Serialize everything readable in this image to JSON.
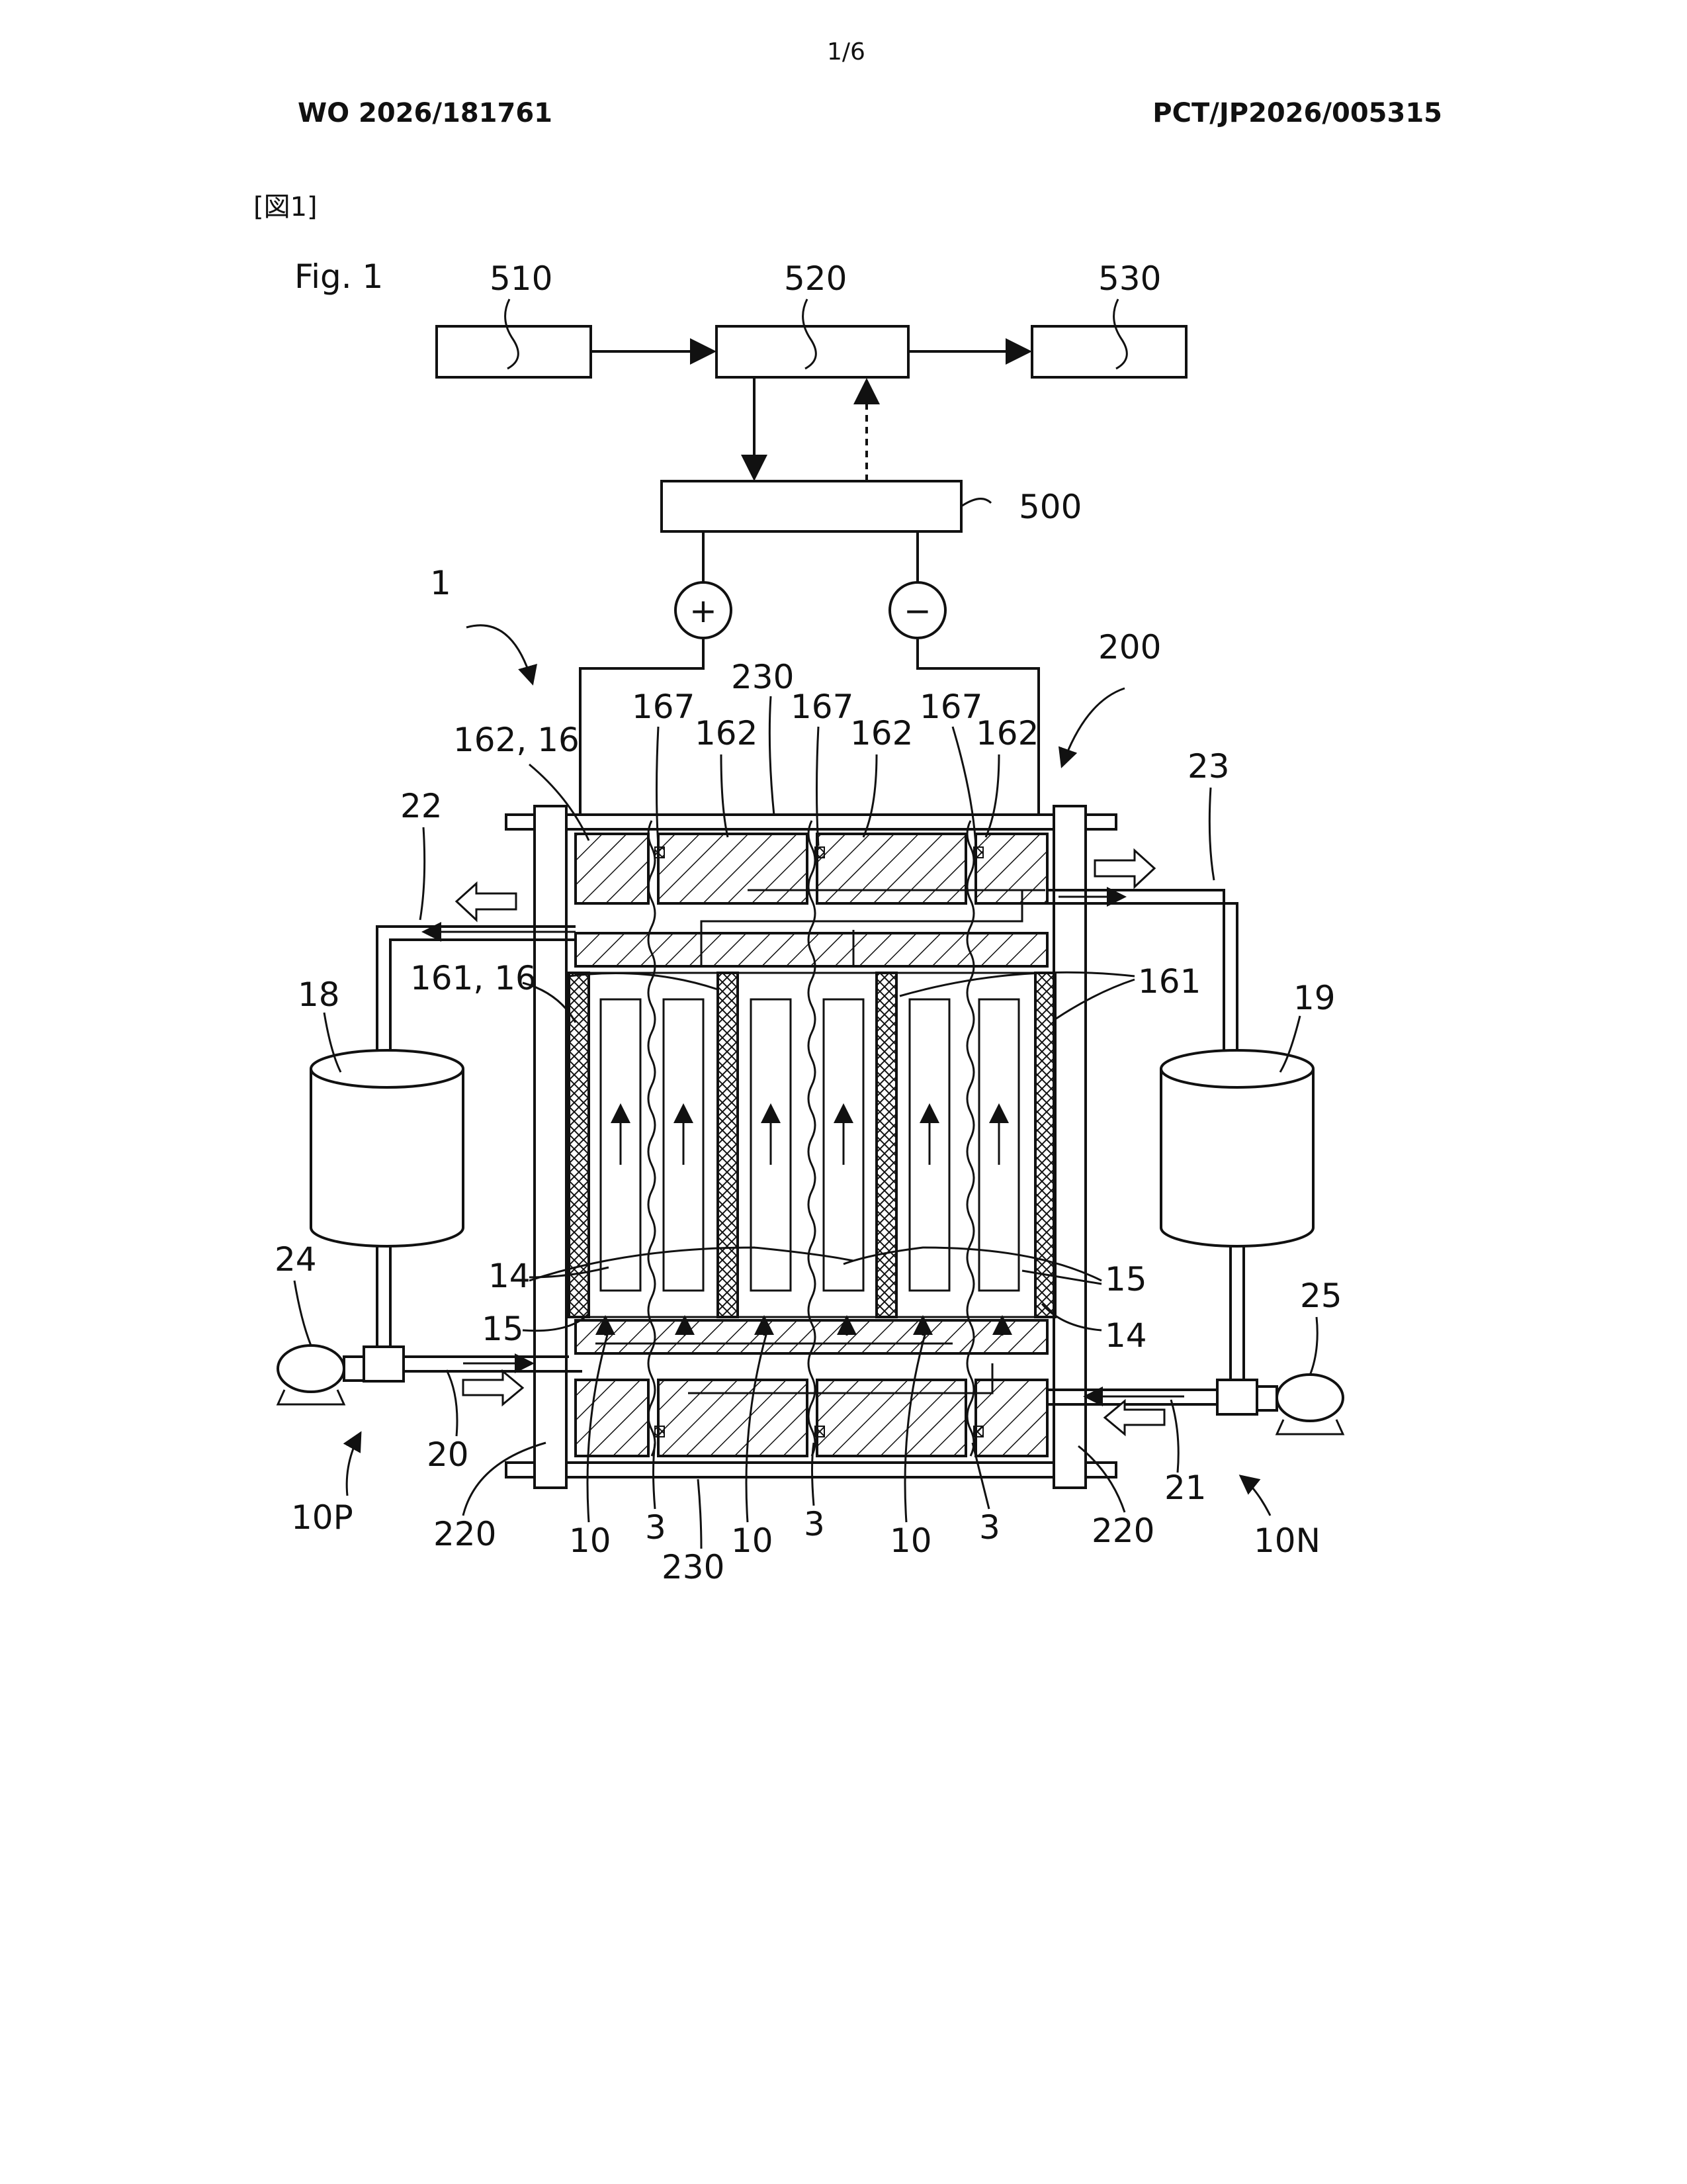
{
  "header": {
    "page_number": "1/6",
    "publication_number": "WO 2026/181761",
    "application_number": "PCT/JP2026/005315",
    "figure_tag": "[図1]"
  },
  "figure": {
    "title": "Fig. 1",
    "labels": {
      "n510": "510",
      "n520": "520",
      "n530": "530",
      "n500": "500",
      "plus": "+",
      "minus": "−",
      "n1": "1",
      "n200": "200",
      "n230_top": "230",
      "n230_bottom": "230",
      "n167_a": "167",
      "n167_b": "167",
      "n167_c": "167",
      "n162_a": "162",
      "n162_b": "162",
      "n162_c": "162",
      "n162_16": "162, 16",
      "n161_16": "161, 16",
      "n161": "161",
      "n22": "22",
      "n23": "23",
      "n18": "18",
      "n19": "19",
      "n24": "24",
      "n25": "25",
      "n20": "20",
      "n21": "21",
      "n10P": "10P",
      "n10N": "10N",
      "n220_left": "220",
      "n220_right": "220",
      "n14_left": "14",
      "n14_right": "14",
      "n15_left": "15",
      "n15_right": "15",
      "n10_a": "10",
      "n10_b": "10",
      "n10_c": "10",
      "n3_a": "3",
      "n3_b": "3",
      "n3_c": "3"
    }
  }
}
